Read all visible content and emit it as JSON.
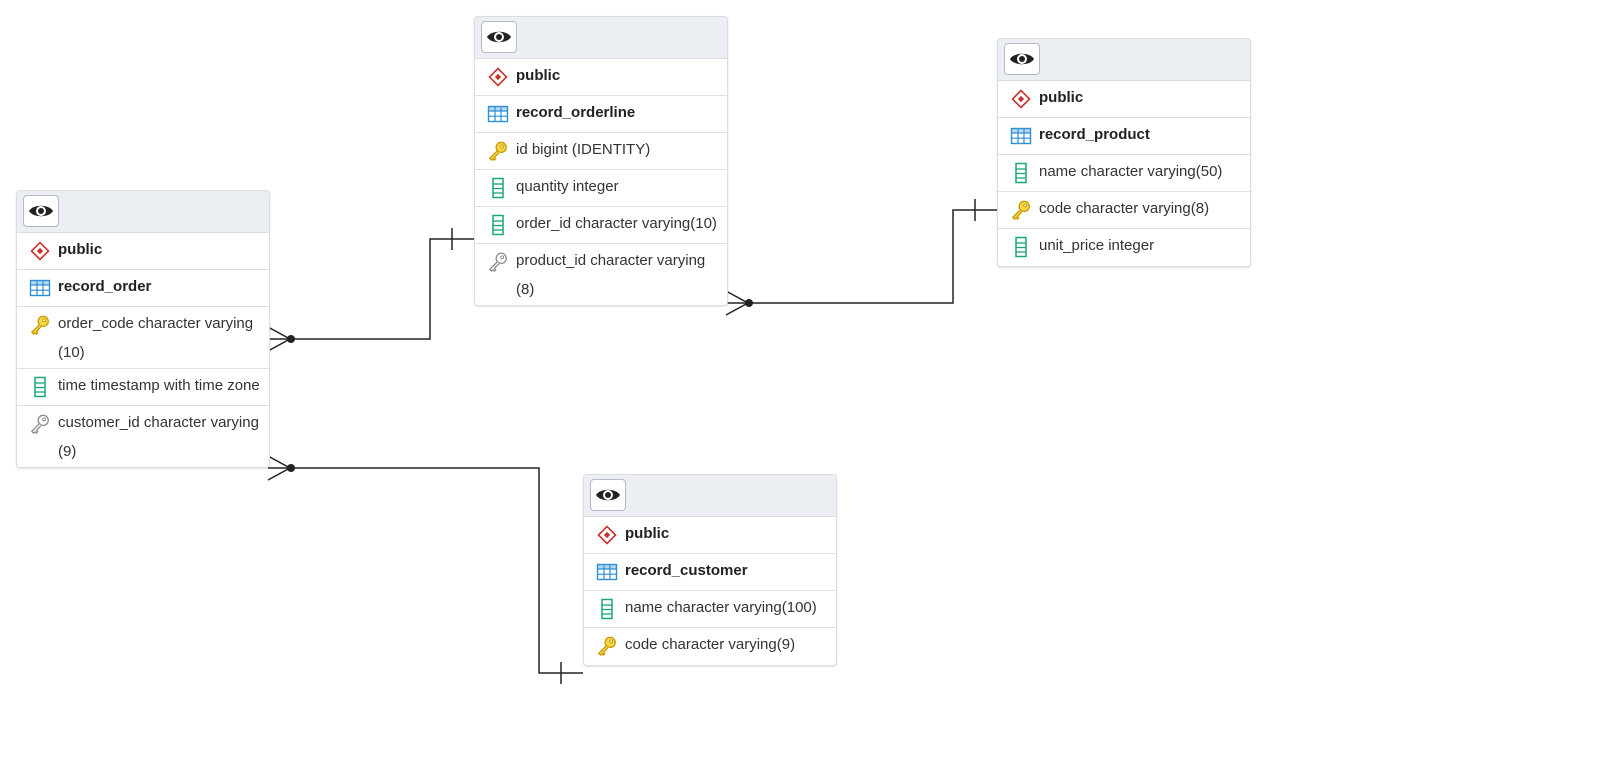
{
  "diagram": {
    "tables": [
      {
        "id": "record_order",
        "schema": "public",
        "name": "record_order",
        "columns": [
          {
            "text": "order_code character varying(10)",
            "icon": "primary-key-icon"
          },
          {
            "text": "time timestamp with time zone",
            "icon": "column-icon"
          },
          {
            "text": "customer_id character varying(9)",
            "icon": "foreign-key-icon"
          }
        ]
      },
      {
        "id": "record_orderline",
        "schema": "public",
        "name": "record_orderline",
        "columns": [
          {
            "text": "id bigint (IDENTITY)",
            "icon": "primary-key-icon"
          },
          {
            "text": "quantity integer",
            "icon": "column-icon"
          },
          {
            "text": "order_id character varying(10)",
            "icon": "column-icon"
          },
          {
            "text": "product_id character varying(8)",
            "icon": "foreign-key-icon"
          }
        ]
      },
      {
        "id": "record_product",
        "schema": "public",
        "name": "record_product",
        "columns": [
          {
            "text": "name character varying(50)",
            "icon": "column-icon"
          },
          {
            "text": "code character varying(8)",
            "icon": "primary-key-icon"
          },
          {
            "text": "unit_price integer",
            "icon": "column-icon"
          }
        ]
      },
      {
        "id": "record_customer",
        "schema": "public",
        "name": "record_customer",
        "columns": [
          {
            "text": "name character varying(100)",
            "icon": "column-icon"
          },
          {
            "text": "code character varying(9)",
            "icon": "primary-key-icon"
          }
        ]
      }
    ],
    "relationships": [
      {
        "from": "record_orderline.order_id",
        "to": "record_order.order_code",
        "one_end": "record_orderline",
        "many_end": "record_order"
      },
      {
        "from": "record_orderline.product_id",
        "to": "record_product.code",
        "one_end": "record_product",
        "many_end": "record_orderline"
      },
      {
        "from": "record_order.customer_id",
        "to": "record_customer.code",
        "one_end": "record_customer",
        "many_end": "record_order"
      }
    ],
    "icons": {
      "header_toggle": "eye-icon",
      "schema": "schema-icon",
      "table": "table-icon"
    },
    "colors": {
      "schema_icon": "#c9302c",
      "table_icon": "#2d8fd5",
      "column_icon": "#1aa67a",
      "primary_key_icon": "#e0b400",
      "foreign_key_icon": "#8a8a8a",
      "edge": "#222222"
    }
  }
}
